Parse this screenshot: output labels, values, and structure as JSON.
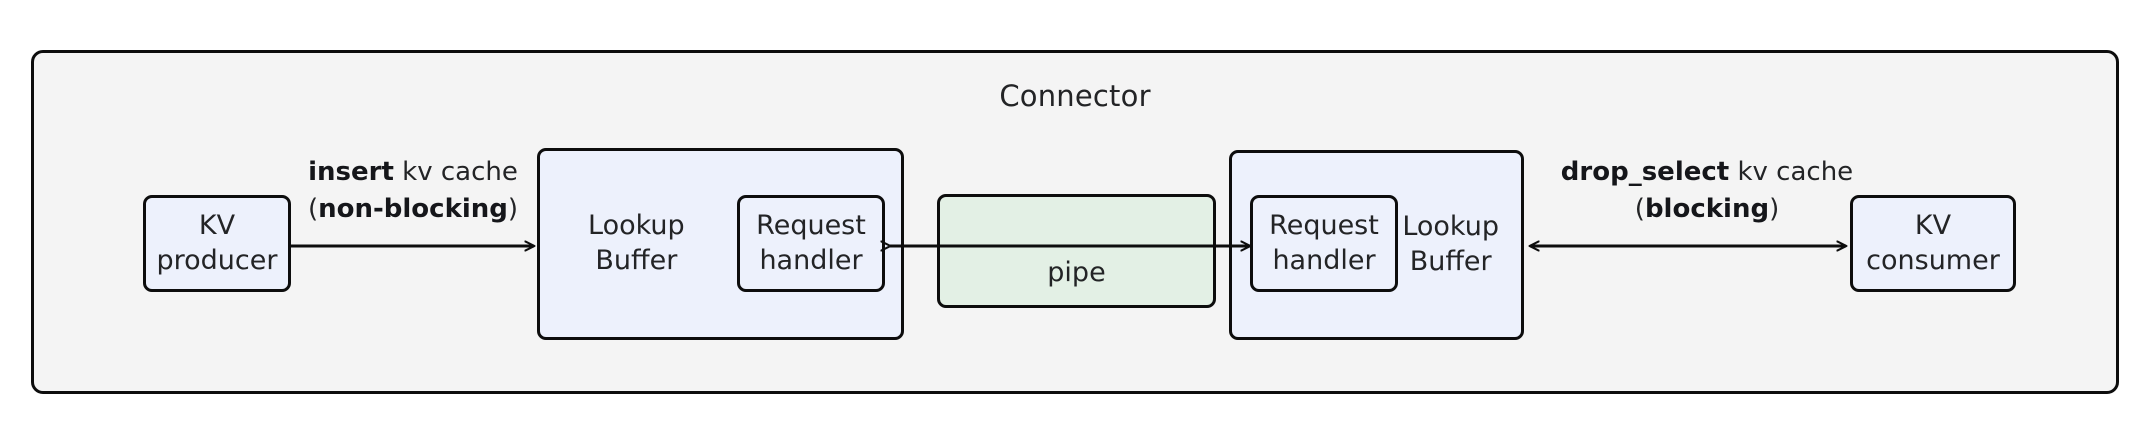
{
  "diagram": {
    "title": "Connector",
    "colors": {
      "panel_background": "#f4f4f4",
      "node_blue": "#edf1fc",
      "node_green": "#e3f0e5",
      "stroke": "#0d0d0d",
      "text": "#232426"
    },
    "nodes": {
      "kv_producer": "KV\nproducer",
      "kv_consumer": "KV\nconsumer",
      "lookup_buffer_left": "Lookup\nBuffer",
      "lookup_buffer_right": "Lookup\nBuffer",
      "request_handler_left": "Request\nhandler",
      "request_handler_right": "Request\nhandler",
      "pipe": "pipe"
    },
    "edges": {
      "insert": {
        "line1_bold": "insert",
        "line1_rest": " kv cache",
        "line2_open": "(",
        "line2_bold": "non-blocking",
        "line2_close": ")",
        "direction": "right"
      },
      "drop_select": {
        "line1_bold": "drop_select",
        "line1_rest": " kv cache",
        "line2_open": "(",
        "line2_bold": "blocking",
        "line2_close": ")",
        "direction": "bidirectional"
      }
    }
  }
}
